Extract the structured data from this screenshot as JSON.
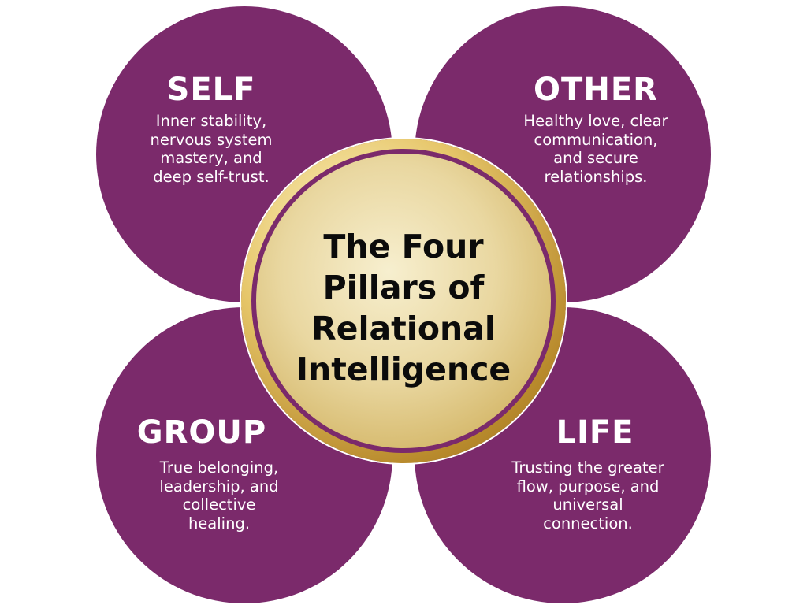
{
  "center": {
    "title": "The Four\nPillars of\nRelational\nIntelligence"
  },
  "pillars": {
    "self": {
      "title": "SELF",
      "description": "Inner stability,\nnervous system\nmastery, and\ndeep self-trust."
    },
    "other": {
      "title": "OTHER",
      "description": "Healthy love, clear\ncommunication,\nand secure\nrelationships."
    },
    "group": {
      "title": "GROUP",
      "description": "True belonging,\nleadership, and\ncollective\nhealing."
    },
    "life": {
      "title": "LIFE",
      "description": "Trusting the greater\nflow, purpose, and\nuniversal\nconnection."
    }
  },
  "colors": {
    "pillar_fill": "#7b2a6b",
    "pillar_text": "#ffffff",
    "center_gold": "#e6c66a",
    "center_text": "#0b0b0b"
  }
}
